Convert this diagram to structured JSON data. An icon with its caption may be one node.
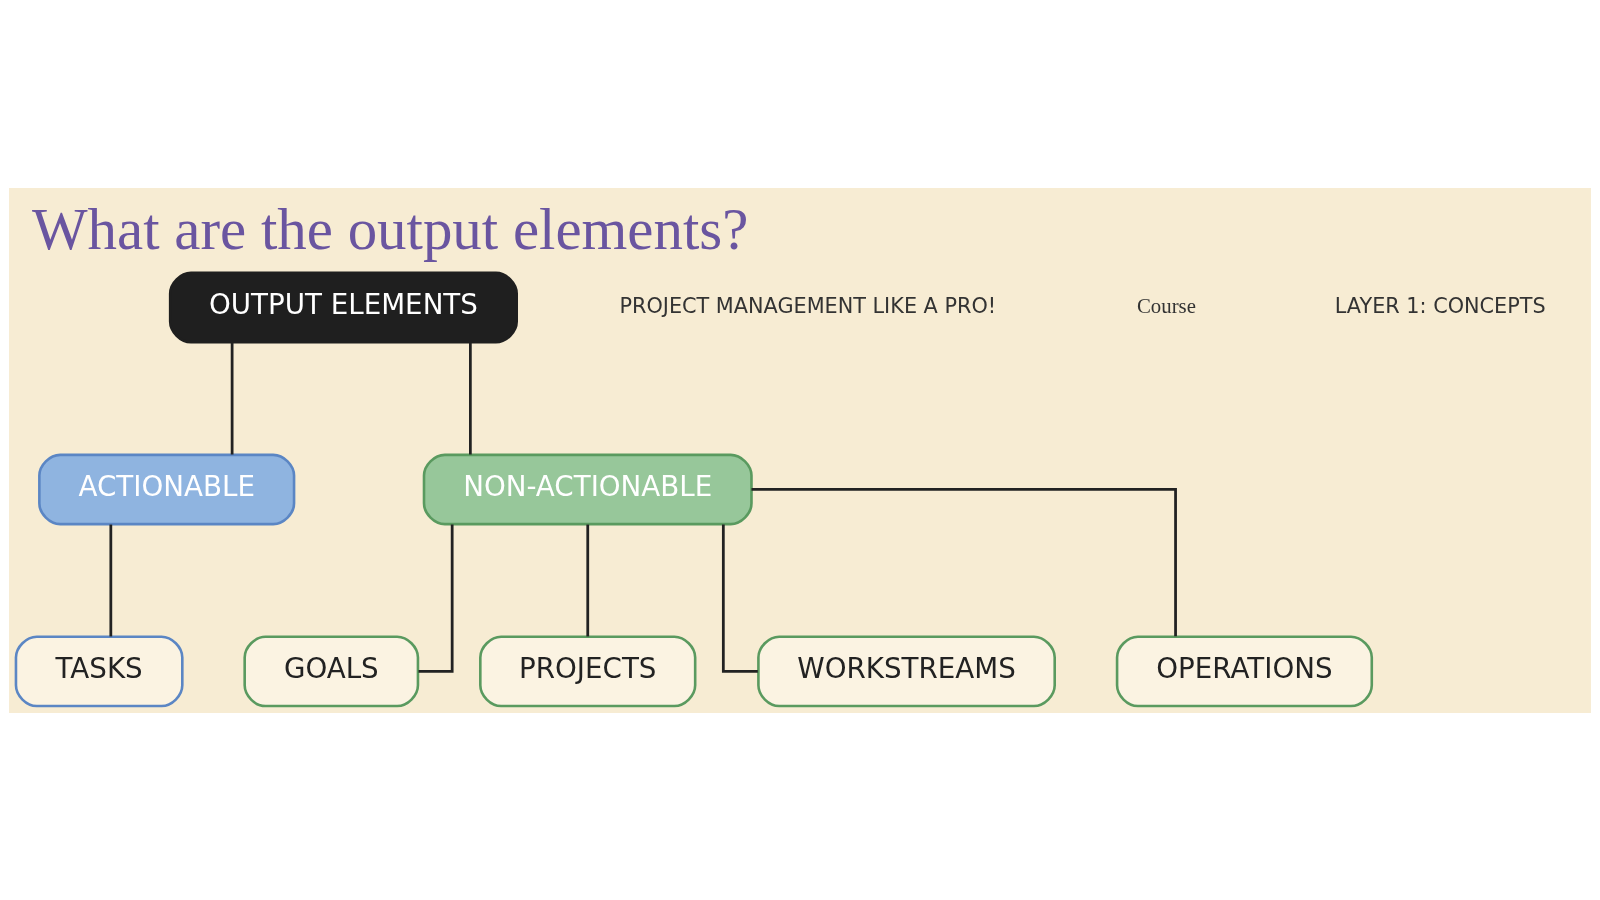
{
  "diagram": {
    "title": "What are the output elements?",
    "nodes": [
      {
        "text": [
          "OUTPUT ELEMENTS"
        ]
      },
      {
        "text": [
          "ACTIONABLE"
        ]
      },
      {
        "text": [
          "NON-ACTIONABLE"
        ]
      },
      {
        "text": [
          "TASKS"
        ]
      },
      {
        "text": [
          "GOALS"
        ]
      },
      {
        "text": [
          "PROJECTS"
        ]
      },
      {
        "text": [
          "WORKSTREAMS"
        ]
      },
      {
        "text": [
          "OPERATIONS"
        ]
      }
    ],
    "edges": [
      {
        "from": 0,
        "to": 1,
        "arrow": "none"
      },
      {
        "from": 0,
        "to": 2,
        "arrow": "none"
      },
      {
        "from": 1,
        "to": 3,
        "arrow": "none"
      },
      {
        "from": 2,
        "to": 4,
        "arrow": "none"
      },
      {
        "from": 2,
        "to": 5,
        "arrow": "none"
      },
      {
        "from": 2,
        "to": 6,
        "arrow": "none"
      },
      {
        "from": 2,
        "to": 7,
        "arrow": "none"
      }
    ],
    "labels": [
      "PROJECT MANAGEMENT LIKE A PRO!",
      "Course",
      "LAYER 1: CONCEPTS"
    ]
  }
}
